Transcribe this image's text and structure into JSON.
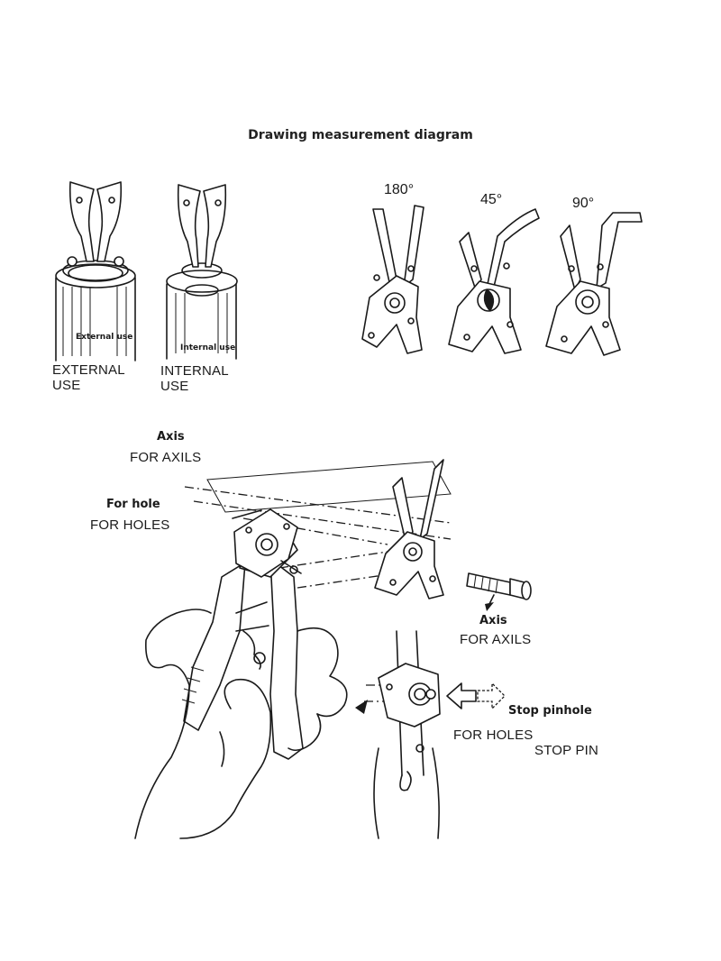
{
  "title": "Drawing measurement diagram",
  "usage": {
    "external_cn": "External use",
    "external_en": "EXTERNAL USE",
    "internal_cn": "Internal use",
    "internal_en": "INTERNAL USE"
  },
  "angles": [
    "180°",
    "45°",
    "90°"
  ],
  "assembly": {
    "axis_cn_top": "Axis",
    "axis_en_top": "FOR AXILS",
    "hole_cn": "For hole",
    "hole_en": "FOR HOLES",
    "axis_cn_bottom": "Axis",
    "axis_en_bottom": "FOR AXILS",
    "stop_cn": "Stop pinhole",
    "stop_en_1": "FOR HOLES",
    "stop_en_2": "STOP PIN"
  },
  "icons": [
    "external-use-plier-icon",
    "internal-use-plier-icon",
    "tip-180-icon",
    "tip-45-icon",
    "tip-90-icon",
    "hand-plier-icon",
    "detail-icon",
    "arrow-icon"
  ]
}
